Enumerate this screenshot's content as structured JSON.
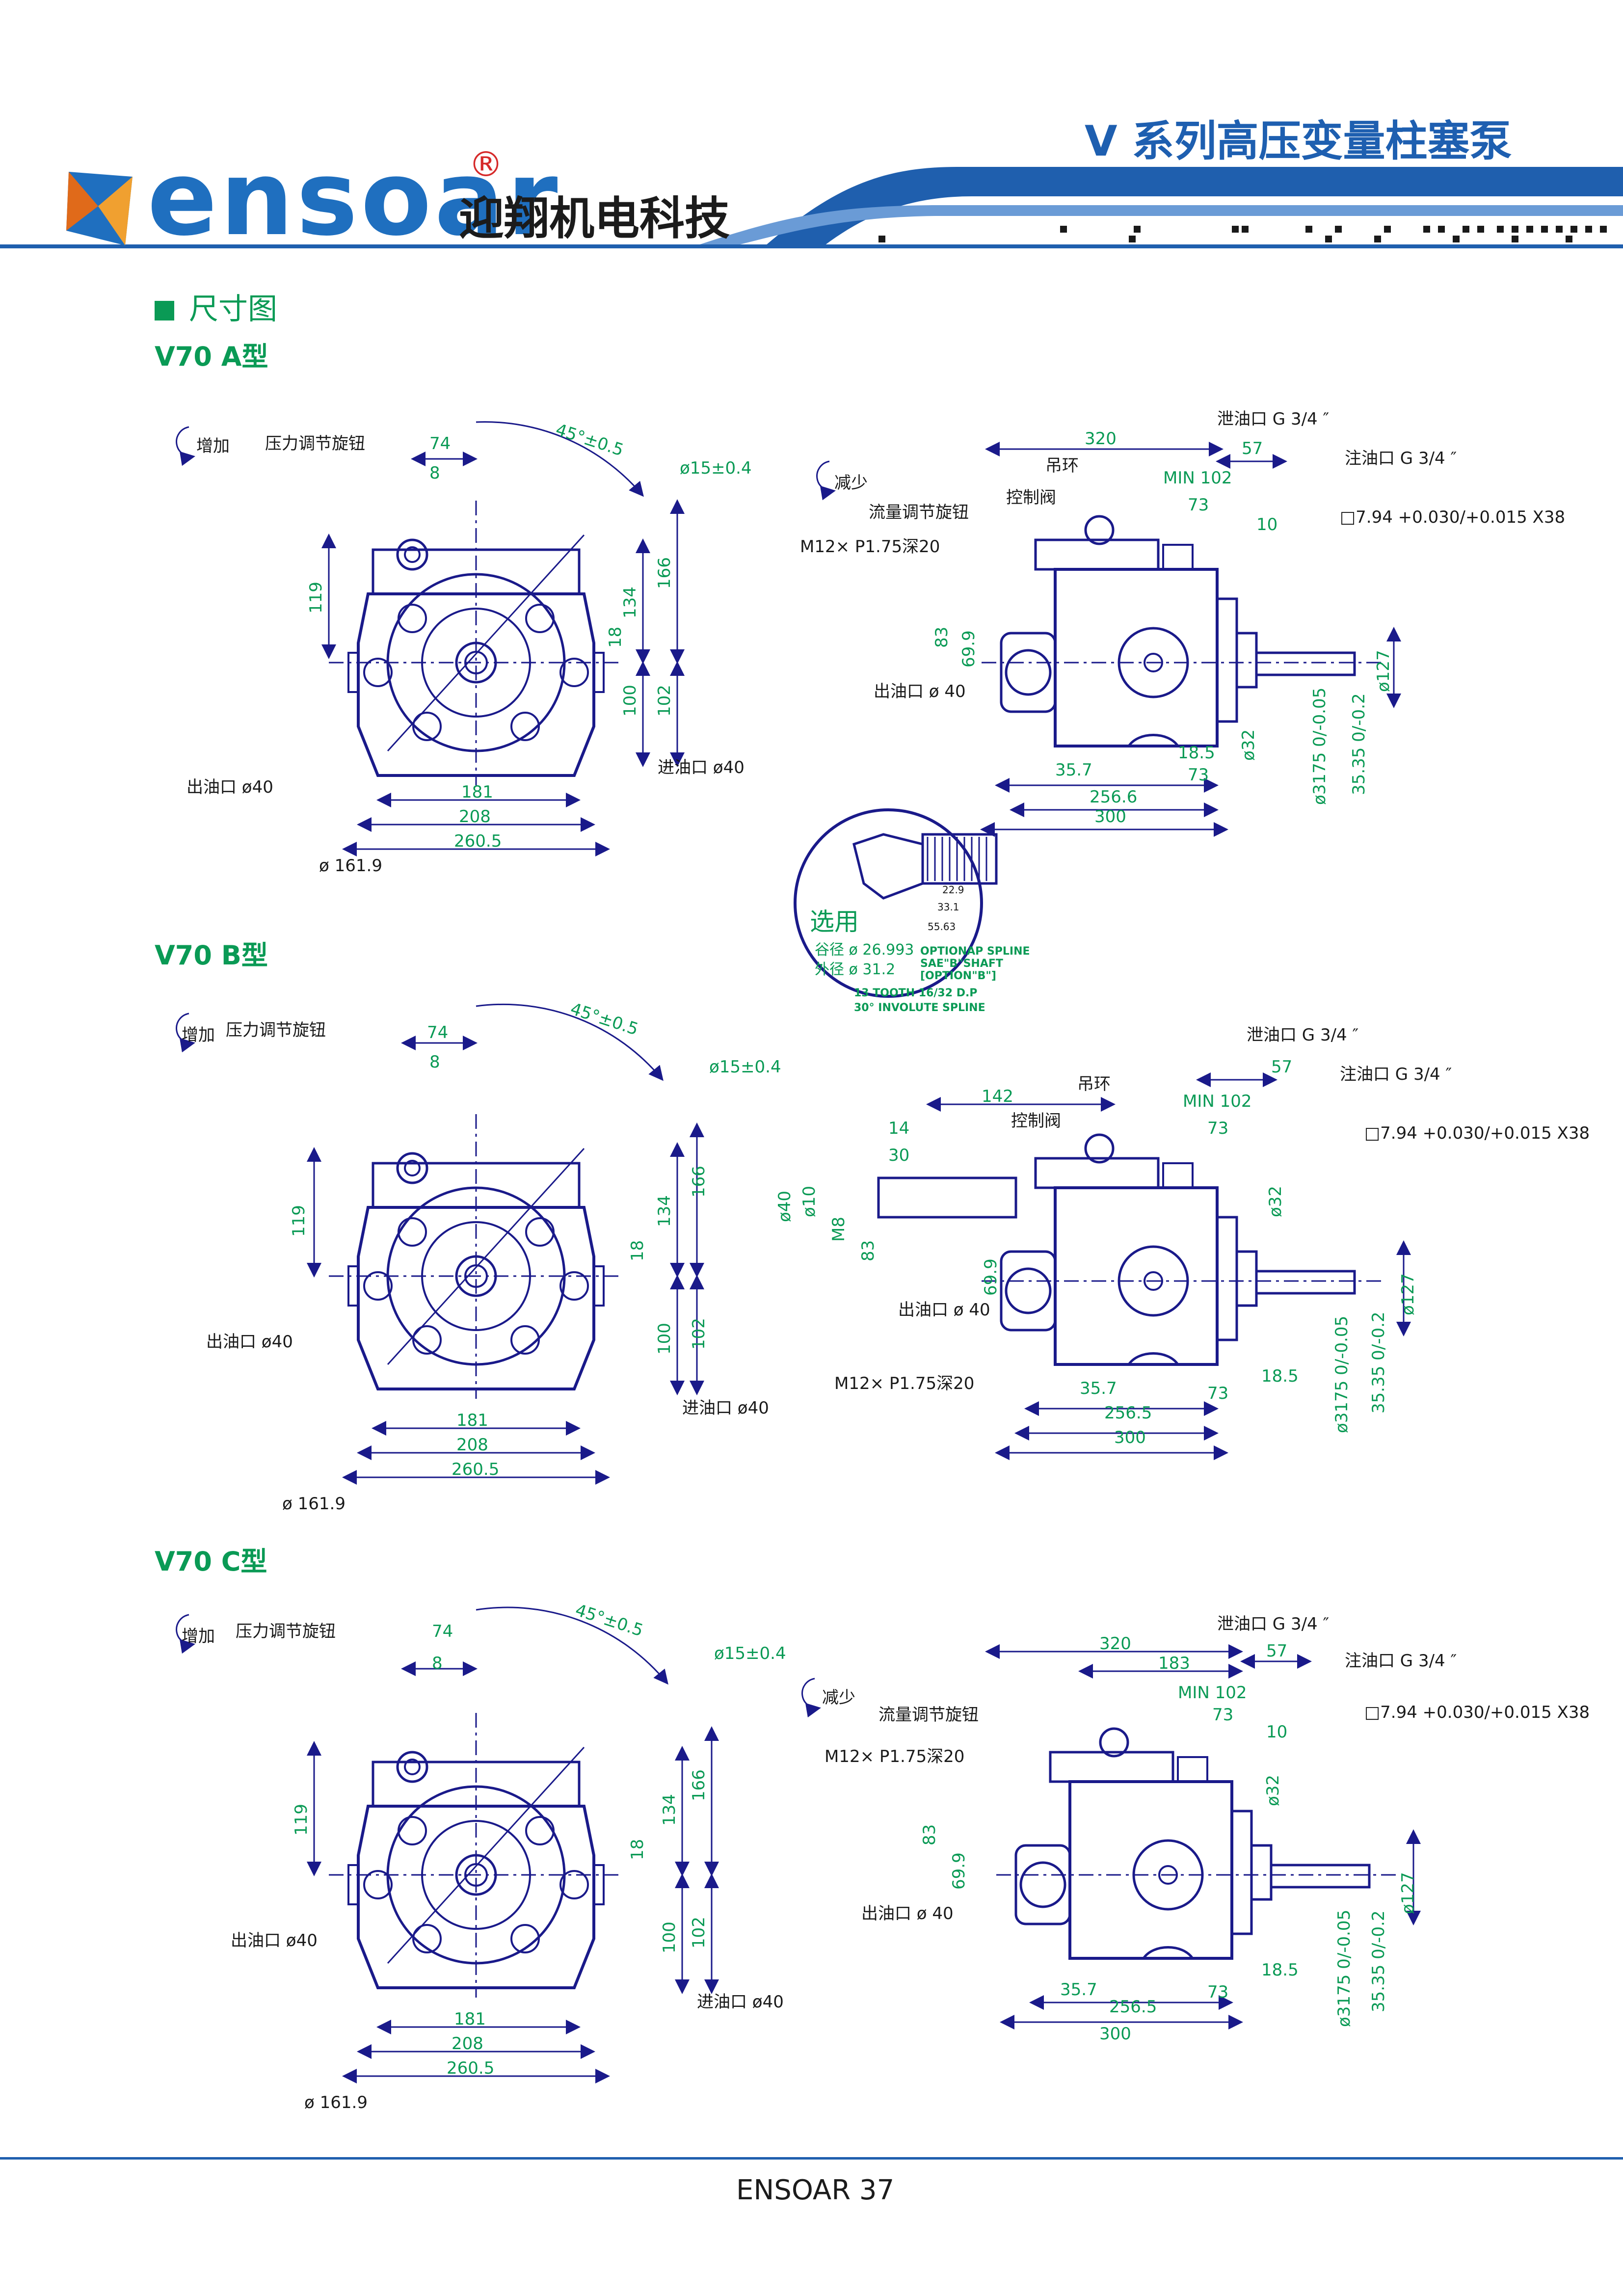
{
  "header": {
    "brand_word": "ensoar",
    "brand_reg": "®",
    "brand_cn": "迎翔机电科技",
    "series_title": "V 系列高压变量柱塞泵"
  },
  "section": {
    "title": "尺寸图"
  },
  "types": [
    {
      "label": "V70 A型",
      "front": {
        "rotation": "增加",
        "knob": "压力调节旋钮",
        "d74": "74",
        "d8": "8",
        "angle": "45°±0.5",
        "hole": "ø15±0.4",
        "d119": "119",
        "d134": "134",
        "d166": "166",
        "d18": "18",
        "d100": "100",
        "d102": "102",
        "outlet": "出油口 ø40",
        "inlet": "进油口 ø40",
        "d181": "181",
        "d208": "208",
        "d260": "260.5",
        "d161": "ø 161.9"
      },
      "side": {
        "rotation": "减少",
        "drain": "泄油口 G 3/4 ″",
        "fill": "注油口 G 3/4 ″",
        "d320": "320",
        "d57": "57",
        "ring": "吊环",
        "minmax": "MIN 102",
        "d73top": "73",
        "d10": "10",
        "valve": "控制阀",
        "flowknob": "流量调节旋钮",
        "thread": "M12× P1.75深20",
        "key": "□7.94 +0.030/+0.015 X38",
        "d83": "83",
        "d69": "69.9",
        "outlet": "出油口 ø 40",
        "d127": "ø127",
        "d32": "ø32",
        "d185": "18.5",
        "d73b": "73",
        "d357": "35.7",
        "d2566": "256.6",
        "d300": "300",
        "d3175": "ø3175 0/-0.05",
        "d3535": "35.35 0/-0.2"
      }
    },
    {
      "label": "V70 B型"
    },
    {
      "label": "V70 C型"
    }
  ],
  "option": {
    "title": "选用",
    "d229": "22.9",
    "d331": "33.1",
    "d5563": "55.63",
    "root": "谷径 ø 26.993",
    "outer": "外径 ø 31.2",
    "l1": "OPTIONAP SPLINE",
    "l2": "SAE\"B\"SHAFT",
    "l3": "[OPTION\"B\"]",
    "l4": "13 TOOTH 16/32 D.P",
    "l5": "30° INVOLUTE SPLINE"
  },
  "typeB": {
    "front": {
      "rotation": "增加",
      "knob": "压力调节旋钮",
      "d74": "74",
      "d8": "8",
      "angle": "45°±0.5",
      "hole": "ø15±0.4",
      "d119": "119",
      "d134": "134",
      "d166": "166",
      "d18": "18",
      "d100": "100",
      "d102": "102",
      "outlet": "出油口 ø40",
      "inlet": "进油口 ø40",
      "d181": "181",
      "d208": "208",
      "d260": "260.5",
      "d161": "ø 161.9"
    },
    "side": {
      "drain": "泄油口 G 3/4 ″",
      "fill": "注油口 G 3/4 ″",
      "d142": "142",
      "d57": "57",
      "ring": "吊环",
      "minmax": "MIN 102",
      "d73top": "73",
      "valve": "控制阀",
      "d14": "14",
      "d30": "30",
      "d40": "ø40",
      "d10": "ø10",
      "m8": "M8",
      "d83": "83",
      "d69": "69.9",
      "outlet": "出油口 ø 40",
      "thread": "M12× P1.75深20",
      "key": "□7.94 +0.030/+0.015 X38",
      "d32": "ø32",
      "d127": "ø127",
      "d185": "18.5",
      "d357": "35.7",
      "d2565": "256.5",
      "d300": "300",
      "d73b": "73",
      "d3175": "ø3175 0/-0.05",
      "d3535": "35.35 0/-0.2"
    }
  },
  "typeC": {
    "front": {
      "rotation": "增加",
      "knob": "压力调节旋钮",
      "d74": "74",
      "d8": "8",
      "angle": "45°±0.5",
      "hole": "ø15±0.4",
      "d119": "119",
      "d134": "134",
      "d166": "166",
      "d18": "18",
      "d100": "100",
      "d102": "102",
      "outlet": "出油口 ø40",
      "inlet": "进油口 ø40",
      "d181": "181",
      "d208": "208",
      "d260": "260.5",
      "d161": "ø 161.9"
    },
    "side": {
      "rotation": "减少",
      "drain": "泄油口 G 3/4 ″",
      "fill": "注油口 G 3/4 ″",
      "d320": "320",
      "d183": "183",
      "d57": "57",
      "minmax": "MIN 102",
      "d73top": "73",
      "d10": "10",
      "flowknob": "流量调节旋钮",
      "thread": "M12× P1.75深20",
      "key": "□7.94 +0.030/+0.015 X38",
      "d32": "ø32",
      "d83": "83",
      "d69": "69.9",
      "outlet": "出油口 ø 40",
      "d127": "ø127",
      "d185": "18.5",
      "d357": "35.7",
      "d2565": "256.5",
      "d73b": "73",
      "d300": "300",
      "d3175": "ø3175 0/-0.05",
      "d3535": "35.35 0/-0.2"
    }
  },
  "footer": {
    "text": "ENSOAR  37"
  }
}
